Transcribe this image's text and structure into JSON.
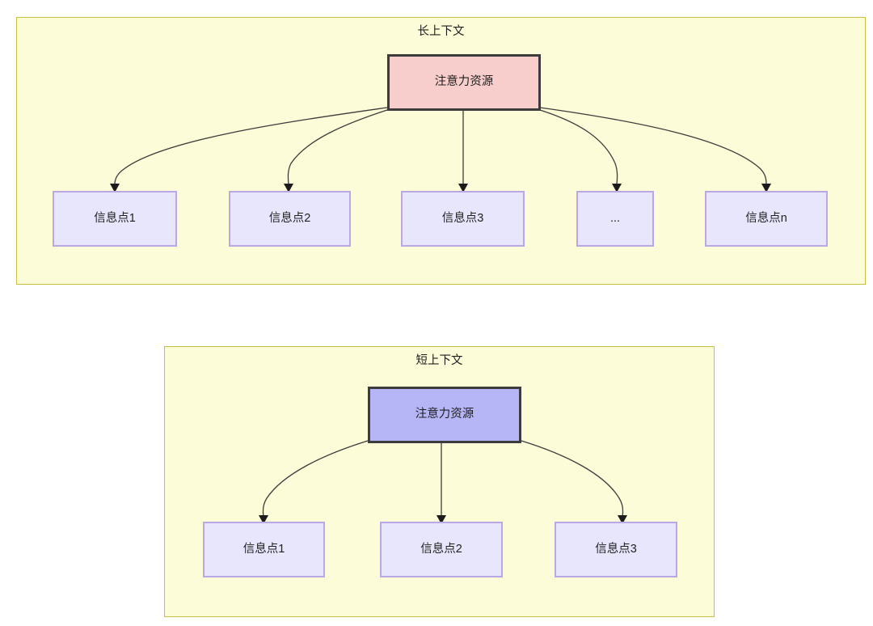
{
  "diagram": {
    "title_icon": "flow-diagram",
    "groups": [
      {
        "id": "long-context",
        "label": "长上下文",
        "root": {
          "label": "注意力资源",
          "fill": "#f8cecc",
          "stroke": "#3c3c3c"
        },
        "children": [
          {
            "label": "信息点1"
          },
          {
            "label": "信息点2"
          },
          {
            "label": "信息点3"
          },
          {
            "label": "..."
          },
          {
            "label": "信息点n"
          }
        ],
        "child_fill": "#e8e6fd",
        "child_stroke": "#b9a7e6",
        "background": "#fdfcd8",
        "border": "#c5c13f"
      },
      {
        "id": "short-context",
        "label": "短上下文",
        "root": {
          "label": "注意力资源",
          "fill": "#b6b6f6",
          "stroke": "#3c3c3c"
        },
        "children": [
          {
            "label": "信息点1"
          },
          {
            "label": "信息点2"
          },
          {
            "label": "信息点3"
          }
        ],
        "child_fill": "#e8e6fd",
        "child_stroke": "#b9a7e6",
        "background": "#fdfcd8",
        "border": "#c5c13f"
      }
    ],
    "edge_color": "#3c3c3c",
    "arrowhead_color": "#1c1c1c"
  }
}
